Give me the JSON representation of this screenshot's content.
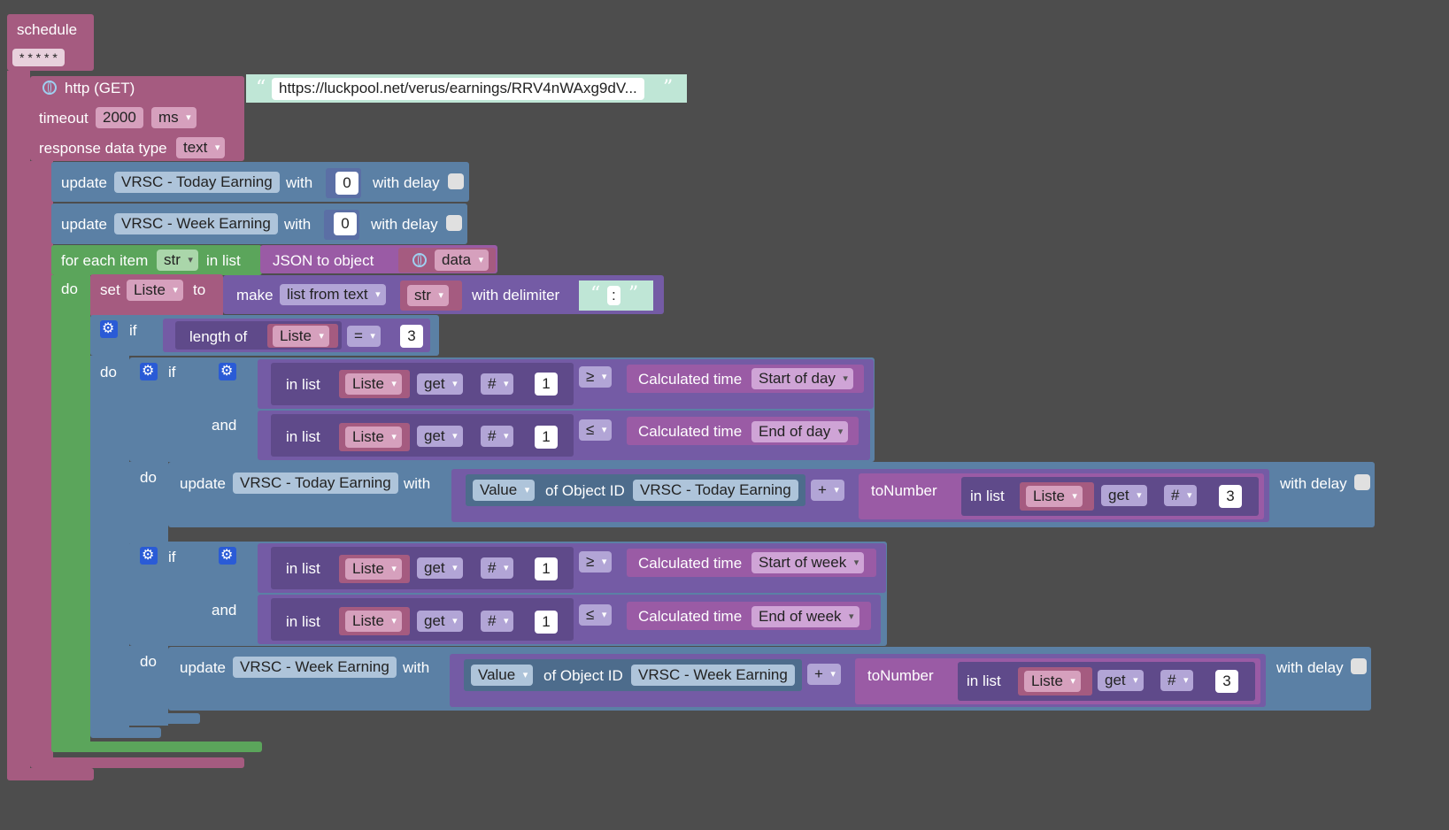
{
  "schedule": {
    "title": "schedule",
    "cron": "* * * * *"
  },
  "http": {
    "title": "http (GET)",
    "url": "https://luckpool.net/verus/earnings/RRV4nWAxg9dV...",
    "timeout_label": "timeout",
    "timeout_value": "2000",
    "timeout_unit": "ms",
    "response_label": "response data type",
    "response_type": "text"
  },
  "update1": {
    "update": "update",
    "object": "VRSC - Today Earning",
    "with": "with",
    "value": "0",
    "delay": "with delay"
  },
  "update2": {
    "update": "update",
    "object": "VRSC - Week Earning",
    "with": "with",
    "value": "0",
    "delay": "with delay"
  },
  "foreach": {
    "label": "for each item",
    "var": "str",
    "in_list": "in list",
    "json": "JSON to object",
    "data": "data",
    "do": "do"
  },
  "set": {
    "set": "set",
    "var": "Liste",
    "to": "to",
    "make": "make",
    "mode": "list from text",
    "str": "str",
    "delim_label": "with delimiter",
    "delim": ":"
  },
  "if_outer": {
    "if": "if",
    "length_of": "length of",
    "var": "Liste",
    "op": "=",
    "num": "3",
    "do": "do"
  },
  "if_day": {
    "if": "if",
    "and": "and",
    "do": "do",
    "row1": {
      "in_list": "in list",
      "var": "Liste",
      "get": "get",
      "hash": "#",
      "idx": "1",
      "op": "≥",
      "calc": "Calculated time",
      "when": "Start of day"
    },
    "row2": {
      "in_list": "in list",
      "var": "Liste",
      "get": "get",
      "hash": "#",
      "idx": "1",
      "op": "≤",
      "calc": "Calculated time",
      "when": "End of day"
    },
    "upd": {
      "update": "update",
      "object": "VRSC - Today Earning",
      "with": "with",
      "value_label": "Value",
      "of_obj": "of Object ID",
      "obj_id": "VRSC - Today Earning",
      "plus": "+",
      "to_number": "toNumber",
      "in_list": "in list",
      "var": "Liste",
      "get": "get",
      "hash": "#",
      "idx": "3",
      "delay": "with delay"
    }
  },
  "if_week": {
    "if": "if",
    "and": "and",
    "do": "do",
    "row1": {
      "in_list": "in list",
      "var": "Liste",
      "get": "get",
      "hash": "#",
      "idx": "1",
      "op": "≥",
      "calc": "Calculated time",
      "when": "Start of week"
    },
    "row2": {
      "in_list": "in list",
      "var": "Liste",
      "get": "get",
      "hash": "#",
      "idx": "1",
      "op": "≤",
      "calc": "Calculated time",
      "when": "End of week"
    },
    "upd": {
      "update": "update",
      "object": "VRSC - Week Earning",
      "with": "with",
      "value_label": "Value",
      "of_obj": "of Object ID",
      "obj_id": "VRSC - Week Earning",
      "plus": "+",
      "to_number": "toNumber",
      "in_list": "in list",
      "var": "Liste",
      "get": "get",
      "hash": "#",
      "idx": "3",
      "delay": "with delay"
    }
  }
}
